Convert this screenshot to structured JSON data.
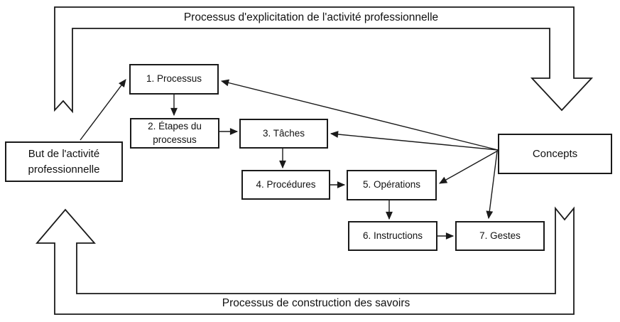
{
  "title": "Diagramme du processus d'explicitation et de construction des savoirs",
  "colors": {
    "ink": "#1a1a1a",
    "background": "#ffffff"
  },
  "banners": {
    "top": "Processus d'explicitation de l'activité professionnelle",
    "bottom": "Processus de construction des savoirs"
  },
  "nodes": {
    "but": "But de l'activité professionnelle",
    "processus": "1. Processus",
    "etapes": "2. Étapes du processus",
    "taches": "3. Tâches",
    "procedures": "4. Procédures",
    "operations": "5. Opérations",
    "instructions": "6. Instructions",
    "gestes": "7. Gestes",
    "concepts": "Concepts"
  },
  "edges": [
    "But de l'activité professionnelle -> 1. Processus",
    "1. Processus -> 2. Étapes du processus",
    "2. Étapes du processus -> 3. Tâches",
    "3. Tâches -> 4. Procédures",
    "4. Procédures -> 5. Opérations",
    "5. Opérations -> 6. Instructions",
    "6. Instructions -> 7. Gestes",
    "Concepts -> 1. Processus",
    "Concepts -> 3. Tâches",
    "Concepts -> 5. Opérations",
    "Concepts -> 7. Gestes",
    "Bande supérieure: gauche -> droite (flèche vers le bas à droite)",
    "Bande inférieure: droite -> gauche (flèche vers le haut à gauche)"
  ]
}
